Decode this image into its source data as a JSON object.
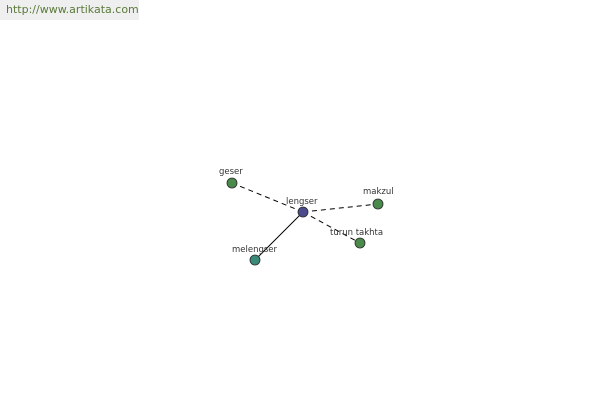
{
  "watermark": "http://www.artikata.com",
  "graph": {
    "center": {
      "id": "lengser",
      "label": "lengser",
      "color": "#4a4a8c"
    },
    "nodes": [
      {
        "id": "geser",
        "label": "geser",
        "color": "#4a8a4a"
      },
      {
        "id": "makzul",
        "label": "makzul",
        "color": "#4a8a4a"
      },
      {
        "id": "turun-takhta",
        "label": "turun takhta",
        "color": "#4a8a4a"
      },
      {
        "id": "melengser",
        "label": "melengser",
        "color": "#3a8a7a"
      }
    ],
    "edges": [
      {
        "from": "lengser",
        "to": "geser",
        "style": "dashed"
      },
      {
        "from": "lengser",
        "to": "makzul",
        "style": "dashed"
      },
      {
        "from": "lengser",
        "to": "turun-takhta",
        "style": "dashed"
      },
      {
        "from": "lengser",
        "to": "melengser",
        "style": "solid"
      }
    ]
  }
}
